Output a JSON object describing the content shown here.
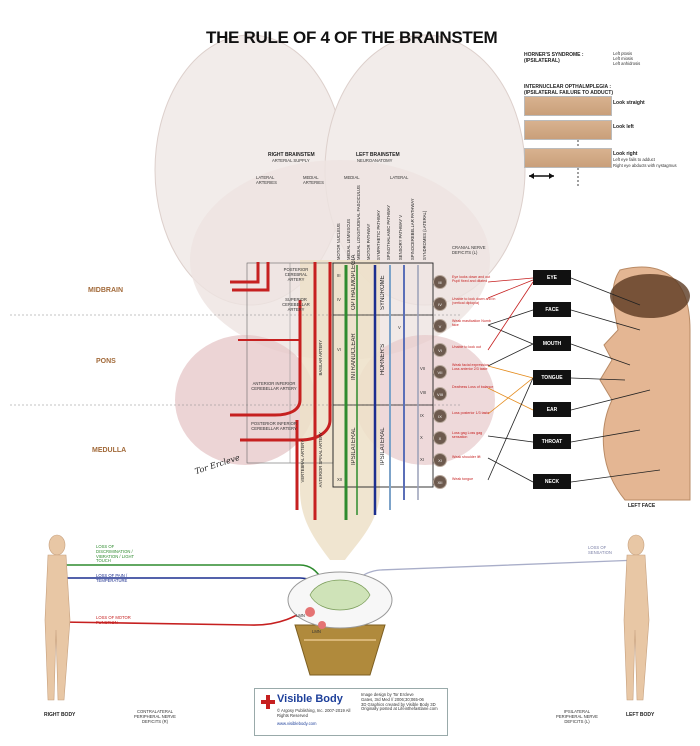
{
  "title": "THE RULE OF 4 OF THE BRAINSTEM",
  "horner": {
    "heading": "HORNER'S SYNDROME :",
    "sub": "(IPSILATERAL)",
    "signs": [
      "Left ptosis",
      "Left miosis",
      "Left anhidrosis"
    ]
  },
  "ino": {
    "heading": "INTERNUCLEAR OPTHALMPLEGIA :",
    "sub": "(IPSILATERAL FAILURE TO ADDUCT)",
    "look_straight": "Look straight",
    "look_left": "Look left",
    "look_right": "Look right",
    "note1": "Left eye fails to adduct",
    "note2": "Right eye abducts with nystagmus"
  },
  "right_brainstem": {
    "title": "RIGHT BRAINSTEM",
    "sub": "ARTERIAL SUPPLY",
    "lateral": "LATERAL ARTERIES",
    "medial": "MEDIAL ARTERIES"
  },
  "left_brainstem": {
    "title": "LEFT BRAINSTEM",
    "sub": "NEUROANATOMY",
    "medial": "MEDIAL",
    "lateral": "LATERAL"
  },
  "columns": [
    "MOTOR NUCLEUS",
    "MEDIAL LEMNISCUS",
    "MEDIAL LONGITUDINAL FASCICULUS",
    "MOTOR PATHWAY",
    "SYMPATHETIC PATHWAY",
    "SPINOTHALAMIC PATHWAY",
    "SENSORY PATHWAY V",
    "SPINOCEREBELLAR PATHWAY",
    "SYNDROMES (LATERAL)"
  ],
  "cranial_header": "CRANIAL NERVE DEFICITS (L)",
  "regions": {
    "midbrain": "MIDBRAIN",
    "pons": "PONS",
    "medulla": "MEDULLA"
  },
  "arteries": {
    "pca": "POSTERIOR CEREBRAL ARTERY",
    "sca": "SUPERIOR CEREBELLAR ARTERY",
    "aica": "ANTERIOR INFERIOR CEREBELLAR ARTERY",
    "pica": "POSTERIOR INFERIOR CEREBELLAR ARTERY",
    "basilar": "BASILAR ARTERY",
    "vertebral": "VERTEBRAL ARTERY",
    "anterior_spinal": "ANTERIOR SPINAL ARTERY"
  },
  "roman_left": {
    "iii": "III",
    "iv": "IV",
    "vi": "VI",
    "xii": "XII"
  },
  "roman_right": {
    "v": "V",
    "vii": "VII",
    "viii": "VIII",
    "ix": "IX",
    "x": "X",
    "xi": "XI"
  },
  "syndromes": {
    "opthalmoplegia": "OPTHALMOPLEGIA",
    "intranuclear": "INTRANUCLEAR",
    "horners": "HORNER'S",
    "syndrome": "SYNDROME",
    "ipsilateral1": "IPSILATERAL",
    "ipsilateral2": "IPSILATERAL"
  },
  "nerves": [
    "III",
    "IV",
    "V",
    "VI",
    "VII",
    "VIII",
    "IX",
    "X",
    "XI",
    "XII"
  ],
  "deficits": [
    "Eye looks down and out Pupil fixed and dilated",
    "Unable to look down and in (vertical diplopia)",
    "Weak mastication Numb face",
    "Unable to look out",
    "Weak facial expression Loss anterior 2/3 taste",
    "Deafness Loss of balance",
    "Loss posterior 1/3 taste",
    "Loss gag Loss gag sensation",
    "Weak shoulder lift",
    "Weak tongue"
  ],
  "face_boxes": [
    "EYE",
    "FACE",
    "MOUTH",
    "TONGUE",
    "EAR",
    "THROAT",
    "NECK"
  ],
  "signature": "Tor Ercleve",
  "spinal": {
    "left_labels": [
      "LOSS OF DISCRIMINATION / VIBRATION / LIGHT TOUCH",
      "LOSS OF PAIN / TEMPERATURE",
      "LOSS OF MOTOR FUNCTION"
    ],
    "right_label": "LOSS OF SENSATION",
    "lmn1": "LMN",
    "lmn2": "LMN"
  },
  "footer": {
    "right_body": "RIGHT BODY",
    "contralateral": "CONTRALATERAL PERIPHERAL NERVE DEFICITS (R)",
    "ipsilateral": "IPSILATERAL PERIPHERAL NERVE DEFICITS (L)",
    "left_body": "LEFT BODY",
    "left_face": "LEFT FACE"
  },
  "logo": {
    "brand_a": "Visible",
    "brand_b": "Body",
    "url": "www.visiblebody.com",
    "copyright": "© Argosy Publishing, Inc. 2007-2019 All Rights Reserved",
    "credit1": "Image design by Tor Ercleve",
    "credit2": "Gates, 3rd Med // 2006;30;065-06",
    "credit3": "3D Graphics created by Visible Body 3D",
    "credit4": "Originally posted at Lifeinthefastlane.com"
  },
  "colors": {
    "artery": "#c62020",
    "motor": "#2e8b2e",
    "sensory": "#1c2f8f",
    "sympathetic": "#7da3c9",
    "spinocerebellar": "#5b6fb8"
  }
}
